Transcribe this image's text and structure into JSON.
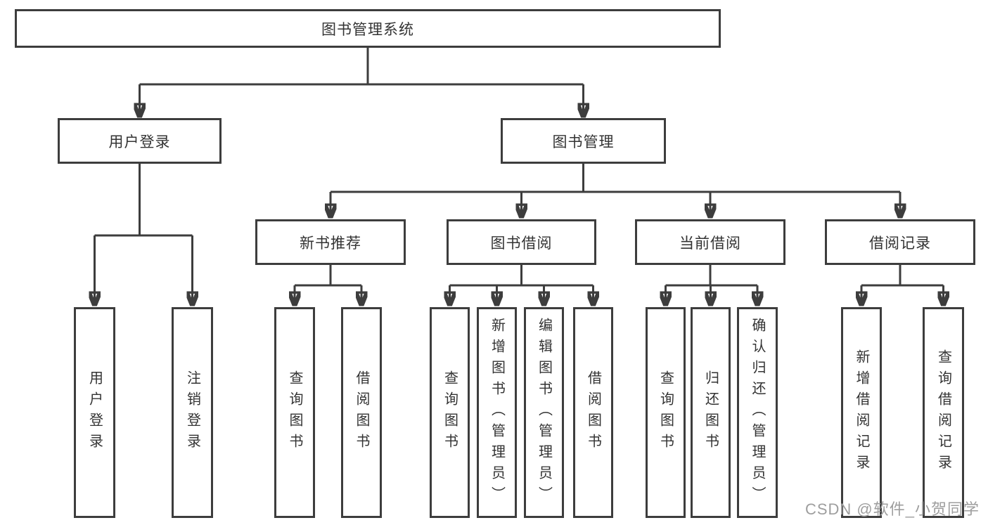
{
  "colors": {
    "line": "#3d3d3d",
    "text": "#333333",
    "watermark": "#9e9e9e",
    "background": "#ffffff"
  },
  "diagram": {
    "root": {
      "label": "图书管理系统"
    },
    "level2": [
      {
        "label": "用户登录"
      },
      {
        "label": "图书管理"
      }
    ],
    "level3": [
      {
        "label": "新书推荐",
        "parent": "图书管理"
      },
      {
        "label": "图书借阅",
        "parent": "图书管理"
      },
      {
        "label": "当前借阅",
        "parent": "图书管理"
      },
      {
        "label": "借阅记录",
        "parent": "图书管理"
      }
    ],
    "leaves": [
      {
        "label": "用户登录",
        "parent": "用户登录"
      },
      {
        "label": "注销登录",
        "parent": "用户登录"
      },
      {
        "label": "查询图书",
        "parent": "新书推荐"
      },
      {
        "label": "借阅图书",
        "parent": "新书推荐"
      },
      {
        "label": "查询图书",
        "parent": "图书借阅"
      },
      {
        "label": "新增图书（管理员）",
        "parent": "图书借阅"
      },
      {
        "label": "编辑图书（管理员）",
        "parent": "图书借阅"
      },
      {
        "label": "借阅图书",
        "parent": "图书借阅"
      },
      {
        "label": "查询图书",
        "parent": "当前借阅"
      },
      {
        "label": "归还图书",
        "parent": "当前借阅"
      },
      {
        "label": "确认归还（管理员）",
        "parent": "当前借阅"
      },
      {
        "label": "新增借阅记录",
        "parent": "借阅记录"
      },
      {
        "label": "查询借阅记录",
        "parent": "借阅记录"
      }
    ]
  },
  "watermark": {
    "text": "CSDN @软件_小贺同学"
  }
}
